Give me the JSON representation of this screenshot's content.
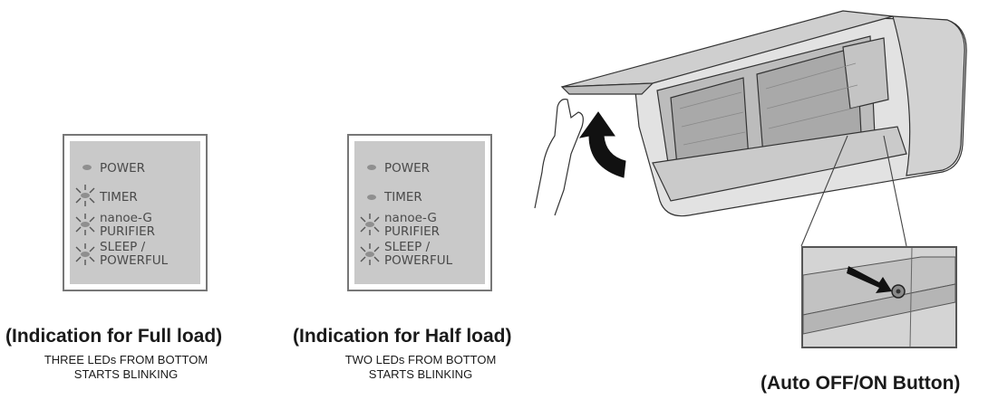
{
  "panels": [
    {
      "id": "full",
      "leds": [
        "POWER",
        "TIMER",
        "nanoe-G",
        "PURIFIER",
        "SLEEP /",
        "POWERFUL"
      ],
      "caption_title": "(Indication for Full load)",
      "caption_line1": "THREE LEDs FROM BOTTOM",
      "caption_line2": "STARTS BLINKING"
    },
    {
      "id": "half",
      "leds": [
        "POWER",
        "TIMER",
        "nanoe-G",
        "PURIFIER",
        "SLEEP /",
        "POWERFUL"
      ],
      "caption_title": "(Indication for Half load)",
      "caption_line1": "TWO LEDs FROM BOTTOM",
      "caption_line2": "STARTS BLINKING"
    }
  ],
  "inset_caption": "(Auto OFF/ON Button)",
  "colors": {
    "panel_fill": "#c9c9c9",
    "panel_border": "#777777",
    "unit_fill": "#d9d9d9",
    "arrow": "#111111"
  }
}
